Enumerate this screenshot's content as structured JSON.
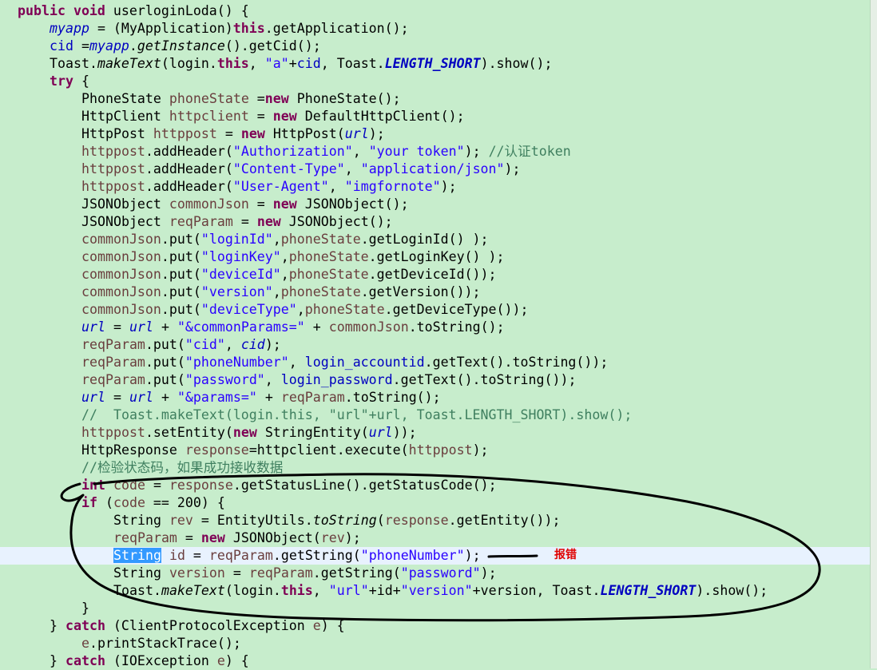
{
  "lines": [
    {
      "indent": 0,
      "tokens": [
        [
          "kw",
          "public"
        ],
        [
          "p",
          " "
        ],
        [
          "kw",
          "void"
        ],
        [
          "p",
          " userloginLoda() {"
        ]
      ]
    },
    {
      "indent": 1,
      "tokens": [
        [
          "sfield",
          "myapp"
        ],
        [
          "p",
          " = (MyApplication)"
        ],
        [
          "kw",
          "this"
        ],
        [
          "p",
          ".getApplication();"
        ]
      ]
    },
    {
      "indent": 1,
      "tokens": [
        [
          "field",
          "cid"
        ],
        [
          "p",
          " ="
        ],
        [
          "sfield",
          "myapp"
        ],
        [
          "p",
          "."
        ],
        [
          "static",
          "getInstance"
        ],
        [
          "p",
          "().getCid();"
        ]
      ]
    },
    {
      "indent": 1,
      "tokens": [
        [
          "p",
          "Toast."
        ],
        [
          "static",
          "makeText"
        ],
        [
          "p",
          "(login."
        ],
        [
          "kw",
          "this"
        ],
        [
          "p",
          ", "
        ],
        [
          "str",
          "\"a\""
        ],
        [
          "p",
          "+"
        ],
        [
          "field",
          "cid"
        ],
        [
          "p",
          ", Toast."
        ],
        [
          "const",
          "LENGTH_SHORT"
        ],
        [
          "p",
          ").show();"
        ]
      ]
    },
    {
      "indent": 1,
      "tokens": [
        [
          "kw",
          "try"
        ],
        [
          "p",
          " {"
        ]
      ]
    },
    {
      "indent": 2,
      "tokens": [
        [
          "p",
          "PhoneState "
        ],
        [
          "var",
          "phoneState"
        ],
        [
          "p",
          " ="
        ],
        [
          "kw",
          "new"
        ],
        [
          "p",
          " PhoneState();"
        ]
      ]
    },
    {
      "indent": 2,
      "tokens": [
        [
          "p",
          "HttpClient "
        ],
        [
          "var",
          "httpclient"
        ],
        [
          "p",
          " = "
        ],
        [
          "kw",
          "new"
        ],
        [
          "p",
          " DefaultHttpClient();"
        ]
      ]
    },
    {
      "indent": 2,
      "tokens": [
        [
          "p",
          "HttpPost "
        ],
        [
          "var",
          "httppost"
        ],
        [
          "p",
          " = "
        ],
        [
          "kw",
          "new"
        ],
        [
          "p",
          " HttpPost("
        ],
        [
          "sfield",
          "url"
        ],
        [
          "p",
          ");"
        ]
      ]
    },
    {
      "indent": 2,
      "tokens": [
        [
          "var",
          "httppost"
        ],
        [
          "p",
          ".addHeader("
        ],
        [
          "str",
          "\"Authorization\""
        ],
        [
          "p",
          ", "
        ],
        [
          "str",
          "\"your token\""
        ],
        [
          "p",
          "); "
        ],
        [
          "comment",
          "//认证token"
        ]
      ]
    },
    {
      "indent": 2,
      "tokens": [
        [
          "var",
          "httppost"
        ],
        [
          "p",
          ".addHeader("
        ],
        [
          "str",
          "\"Content-Type\""
        ],
        [
          "p",
          ", "
        ],
        [
          "str",
          "\"application/json\""
        ],
        [
          "p",
          ");"
        ]
      ]
    },
    {
      "indent": 2,
      "tokens": [
        [
          "var",
          "httppost"
        ],
        [
          "p",
          ".addHeader("
        ],
        [
          "str",
          "\"User-Agent\""
        ],
        [
          "p",
          ", "
        ],
        [
          "str",
          "\"imgfornote\""
        ],
        [
          "p",
          ");"
        ]
      ]
    },
    {
      "indent": 2,
      "tokens": [
        [
          "p",
          "JSONObject "
        ],
        [
          "var",
          "commonJson"
        ],
        [
          "p",
          " = "
        ],
        [
          "kw",
          "new"
        ],
        [
          "p",
          " JSONObject();"
        ]
      ]
    },
    {
      "indent": 2,
      "tokens": [
        [
          "p",
          "JSONObject "
        ],
        [
          "var",
          "reqParam"
        ],
        [
          "p",
          " = "
        ],
        [
          "kw",
          "new"
        ],
        [
          "p",
          " JSONObject();"
        ]
      ]
    },
    {
      "indent": 2,
      "tokens": [
        [
          "var",
          "commonJson"
        ],
        [
          "p",
          ".put("
        ],
        [
          "str",
          "\"loginId\""
        ],
        [
          "p",
          ","
        ],
        [
          "var",
          "phoneState"
        ],
        [
          "p",
          ".getLoginId() );"
        ]
      ]
    },
    {
      "indent": 2,
      "tokens": [
        [
          "var",
          "commonJson"
        ],
        [
          "p",
          ".put("
        ],
        [
          "str",
          "\"loginKey\""
        ],
        [
          "p",
          ","
        ],
        [
          "var",
          "phoneState"
        ],
        [
          "p",
          ".getLoginKey() );"
        ]
      ]
    },
    {
      "indent": 2,
      "tokens": [
        [
          "var",
          "commonJson"
        ],
        [
          "p",
          ".put("
        ],
        [
          "str",
          "\"deviceId\""
        ],
        [
          "p",
          ","
        ],
        [
          "var",
          "phoneState"
        ],
        [
          "p",
          ".getDeviceId());"
        ]
      ]
    },
    {
      "indent": 2,
      "tokens": [
        [
          "var",
          "commonJson"
        ],
        [
          "p",
          ".put("
        ],
        [
          "str",
          "\"version\""
        ],
        [
          "p",
          ","
        ],
        [
          "var",
          "phoneState"
        ],
        [
          "p",
          ".getVersion());"
        ]
      ]
    },
    {
      "indent": 2,
      "tokens": [
        [
          "var",
          "commonJson"
        ],
        [
          "p",
          ".put("
        ],
        [
          "str",
          "\"deviceType\""
        ],
        [
          "p",
          ","
        ],
        [
          "var",
          "phoneState"
        ],
        [
          "p",
          ".getDeviceType());"
        ]
      ]
    },
    {
      "indent": 2,
      "tokens": [
        [
          "sfield",
          "url"
        ],
        [
          "p",
          " = "
        ],
        [
          "sfield",
          "url"
        ],
        [
          "p",
          " + "
        ],
        [
          "str",
          "\"&commonParams=\""
        ],
        [
          "p",
          " + "
        ],
        [
          "var",
          "commonJson"
        ],
        [
          "p",
          ".toString();"
        ]
      ]
    },
    {
      "indent": 2,
      "tokens": [
        [
          "var",
          "reqParam"
        ],
        [
          "p",
          ".put("
        ],
        [
          "str",
          "\"cid\""
        ],
        [
          "p",
          ", "
        ],
        [
          "sfield",
          "cid"
        ],
        [
          "p",
          ");"
        ]
      ]
    },
    {
      "indent": 2,
      "tokens": [
        [
          "var",
          "reqParam"
        ],
        [
          "p",
          ".put("
        ],
        [
          "str",
          "\"phoneNumber\""
        ],
        [
          "p",
          ", "
        ],
        [
          "field",
          "login_accountid"
        ],
        [
          "p",
          ".getText().toString());"
        ]
      ]
    },
    {
      "indent": 2,
      "tokens": [
        [
          "var",
          "reqParam"
        ],
        [
          "p",
          ".put("
        ],
        [
          "str",
          "\"password\""
        ],
        [
          "p",
          ", "
        ],
        [
          "field",
          "login_password"
        ],
        [
          "p",
          ".getText().toString());"
        ]
      ]
    },
    {
      "indent": 2,
      "tokens": [
        [
          "sfield",
          "url"
        ],
        [
          "p",
          " = "
        ],
        [
          "sfield",
          "url"
        ],
        [
          "p",
          " + "
        ],
        [
          "str",
          "\"&params=\""
        ],
        [
          "p",
          " + "
        ],
        [
          "var",
          "reqParam"
        ],
        [
          "p",
          ".toString();"
        ]
      ]
    },
    {
      "indent": 2,
      "tokens": [
        [
          "comment",
          "//  Toast.makeText(login.this, \"url\"+url, Toast.LENGTH_SHORT).show();"
        ]
      ]
    },
    {
      "indent": 2,
      "tokens": [
        [
          "var",
          "httppost"
        ],
        [
          "p",
          ".setEntity("
        ],
        [
          "kw",
          "new"
        ],
        [
          "p",
          " StringEntity("
        ],
        [
          "sfield",
          "url"
        ],
        [
          "p",
          "));"
        ]
      ]
    },
    {
      "indent": 2,
      "tokens": [
        [
          "p",
          "HttpResponse "
        ],
        [
          "var",
          "response"
        ],
        [
          "p",
          "=httpclient.execute("
        ],
        [
          "var",
          "httppost"
        ],
        [
          "p",
          ");"
        ]
      ]
    },
    {
      "indent": 2,
      "tokens": [
        [
          "comment",
          "//检验状态码，如果成功接收数据"
        ]
      ]
    },
    {
      "indent": 2,
      "tokens": [
        [
          "kw",
          "int"
        ],
        [
          "p",
          " "
        ],
        [
          "var",
          "code"
        ],
        [
          "p",
          " = "
        ],
        [
          "var",
          "response"
        ],
        [
          "p",
          ".getStatusLine().getStatusCode();"
        ]
      ]
    },
    {
      "indent": 2,
      "tokens": [
        [
          "kw",
          "if"
        ],
        [
          "p",
          " ("
        ],
        [
          "var",
          "code"
        ],
        [
          "p",
          " == 200) {"
        ]
      ]
    },
    {
      "indent": 3,
      "tokens": [
        [
          "p",
          "String "
        ],
        [
          "var",
          "rev"
        ],
        [
          "p",
          " = EntityUtils."
        ],
        [
          "static",
          "toString"
        ],
        [
          "p",
          "("
        ],
        [
          "var",
          "response"
        ],
        [
          "p",
          ".getEntity());"
        ]
      ]
    },
    {
      "indent": 3,
      "tokens": [
        [
          "var",
          "reqParam"
        ],
        [
          "p",
          " = "
        ],
        [
          "kw",
          "new"
        ],
        [
          "p",
          " JSONObject("
        ],
        [
          "var",
          "rev"
        ],
        [
          "p",
          ");"
        ]
      ]
    },
    {
      "indent": 3,
      "current": true,
      "tokens": [
        [
          "sel",
          "String"
        ],
        [
          "p",
          " "
        ],
        [
          "var",
          "id"
        ],
        [
          "p",
          " = "
        ],
        [
          "var",
          "reqParam"
        ],
        [
          "p",
          ".getString("
        ],
        [
          "str",
          "\"phoneNumber\""
        ],
        [
          "p",
          ");"
        ]
      ]
    },
    {
      "indent": 3,
      "tokens": [
        [
          "p",
          "String "
        ],
        [
          "var",
          "version"
        ],
        [
          "p",
          " = "
        ],
        [
          "var",
          "reqParam"
        ],
        [
          "p",
          ".getString("
        ],
        [
          "str",
          "\"password\""
        ],
        [
          "p",
          ");"
        ]
      ]
    },
    {
      "indent": 3,
      "tokens": [
        [
          "p",
          "Toast."
        ],
        [
          "static",
          "makeText"
        ],
        [
          "p",
          "(login."
        ],
        [
          "kw",
          "this"
        ],
        [
          "p",
          ", "
        ],
        [
          "str",
          "\"url\""
        ],
        [
          "p",
          "+id+"
        ],
        [
          "str",
          "\"version\""
        ],
        [
          "p",
          "+version, Toast."
        ],
        [
          "const",
          "LENGTH_SHORT"
        ],
        [
          "p",
          ").show();"
        ]
      ]
    },
    {
      "indent": 2,
      "tokens": [
        [
          "p",
          "}"
        ]
      ]
    },
    {
      "indent": 1,
      "tokens": [
        [
          "p",
          "} "
        ],
        [
          "kw",
          "catch"
        ],
        [
          "p",
          " (ClientProtocolException "
        ],
        [
          "var",
          "e"
        ],
        [
          "p",
          ") {"
        ]
      ]
    },
    {
      "indent": 2,
      "tokens": [
        [
          "var",
          "e"
        ],
        [
          "p",
          ".printStackTrace();"
        ]
      ]
    },
    {
      "indent": 1,
      "tokens": [
        [
          "p",
          "} "
        ],
        [
          "kw",
          "catch"
        ],
        [
          "p",
          " (IOException "
        ],
        [
          "var",
          "e"
        ],
        [
          "p",
          ") {"
        ]
      ]
    }
  ],
  "annotation": {
    "error_label": "报错",
    "ink_color": "#000000",
    "label_color": "#e00000"
  },
  "colors": {
    "background": "#c7edcc",
    "current_line": "#e8f2fe",
    "selection": "#3399ff"
  }
}
